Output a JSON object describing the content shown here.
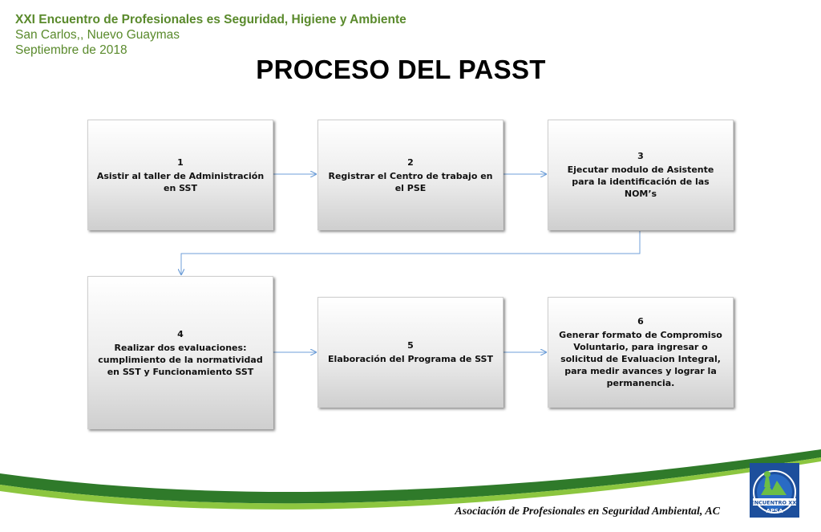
{
  "header": {
    "line1": "XXI Encuentro de Profesionales es Seguridad, Higiene y Ambiente",
    "line2": "San Carlos,, Nuevo Guaymas",
    "line3": "Septiembre de 2018"
  },
  "title": "PROCESO DEL PASST",
  "steps": [
    {
      "num": "1",
      "text": "Asistir al taller  de  Administración en SST"
    },
    {
      "num": "2",
      "text": "Registrar el Centro de trabajo en el PSE"
    },
    {
      "num": "3",
      "text": "Ejecutar modulo de Asistente para la identificación de las NOM’s"
    },
    {
      "num": "4",
      "text": "Realizar dos evaluaciones: cumplimiento de la normatividad en SST y Funcionamiento SST"
    },
    {
      "num": "5",
      "text": "Elaboración del Programa de SST"
    },
    {
      "num": "6",
      "text": "Generar formato de Compromiso Voluntario, para ingresar o solicitud de Evaluacion Integral, para medir avances y lograr la permanencia."
    }
  ],
  "footer": "Asociación de Profesionales en Seguridad Ambiental, AC",
  "logo": {
    "top_text": "ENCUENTRO XXI",
    "bottom_text": "APSA"
  },
  "colors": {
    "accent_green": "#5a8a2c",
    "connector_blue": "#6f9fd8",
    "logo_blue": "#1d4f9c"
  }
}
